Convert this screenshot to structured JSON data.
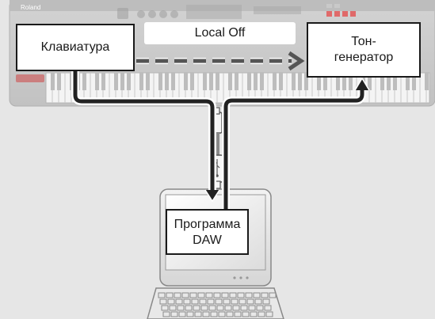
{
  "keyboard_box": {
    "label": "Клавиатура"
  },
  "tone_generator_box": {
    "label": "Тон-\nгенератор"
  },
  "local_off": {
    "label": "Local Off"
  },
  "daw_box": {
    "label": "Программа\nDAW"
  },
  "instrument": {
    "brand": "Roland"
  },
  "colors": {
    "signal_path": "#222222",
    "signal_outline": "#ffffff",
    "disabled_path": "#555555",
    "background": "#e6e6e6"
  },
  "icons": [
    "usb-cable-icon",
    "computer-icon",
    "keyboard-instrument-icon"
  ]
}
